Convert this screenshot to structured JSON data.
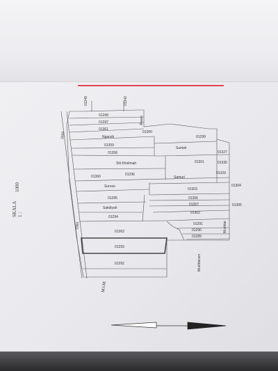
{
  "scale": {
    "label": "SKALA 1 :",
    "value": "1000"
  },
  "roads": {
    "left_top": "2688",
    "left_mid": "1965",
    "left_bottom": "M.I.M.",
    "right_mukhtar": "Mukhtar",
    "right_alwan": "Alwan",
    "right_mukhtaram": "Mukhtaram"
  },
  "top_refs": [
    "01349",
    "01342"
  ],
  "parcels": {
    "p01298": "01298",
    "p01297": "01297",
    "p01361": "01361",
    "ngarsih": "Ngarsih",
    "p01300": "01300",
    "p01299": "01299",
    "p01359": "01359",
    "suelah": "Suelah",
    "p01358": "01358",
    "p01327": "01327",
    "siti": "Siti Kholimah",
    "p01301": "01301",
    "p01330": "01330",
    "p01360": "01360",
    "p01296": "01296",
    "p01329": "01329",
    "samuri": "Samuri",
    "suroso": "Suroso",
    "p01304": "01304",
    "p01303": "01303",
    "p01295": "01295",
    "p01366": "01366",
    "sakdiyah": "Sakdiyah",
    "p01357": "01357",
    "p01305": "01305",
    "p01294": "01294",
    "p01302": "01302",
    "p01291": "01291",
    "p01362": "01362",
    "p01290": "01290",
    "p01289": "01289",
    "p01293": "01293",
    "p01292": "01292"
  }
}
